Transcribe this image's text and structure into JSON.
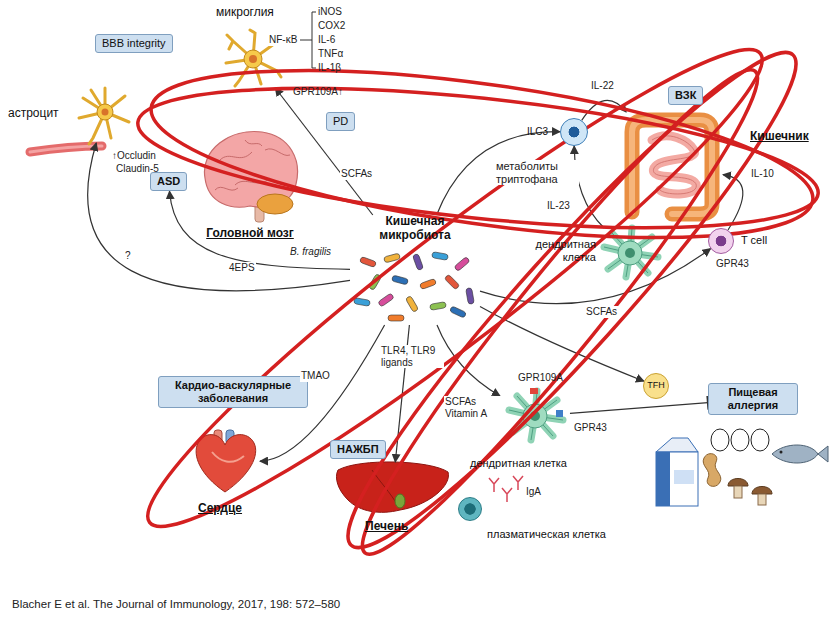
{
  "diagram": {
    "caption": "Blacher E et al. The Journal of Immunology, 2017, 198: 572–580",
    "nodes": [
      {
        "text": [
          "Кишечная микробиота"
        ]
      },
      {
        "text": [
          "Головной мозг"
        ]
      },
      {
        "text": [
          "микроглия"
        ]
      },
      {
        "text": [
          "астроцит"
        ]
      },
      {
        "text": [
          "BBB integrity"
        ]
      },
      {
        "text": [
          "PD"
        ]
      },
      {
        "text": [
          "ASD"
        ]
      },
      {
        "text": [
          "Кишечник"
        ]
      },
      {
        "text": [
          "ВЗК"
        ]
      },
      {
        "text": [
          "ILC3"
        ]
      },
      {
        "text": [
          "дендритная клетка"
        ]
      },
      {
        "text": [
          "T cell"
        ]
      },
      {
        "text": [
          "Кардио-васкулярные заболевания"
        ]
      },
      {
        "text": [
          "Сердце"
        ]
      },
      {
        "text": [
          "НАЖБП"
        ]
      },
      {
        "text": [
          "Печень"
        ]
      },
      {
        "text": [
          "TFH"
        ]
      },
      {
        "text": [
          "дендритная клетка"
        ]
      },
      {
        "text": [
          "плазматическая клетка"
        ]
      },
      {
        "text": [
          "Пищевая аллергия"
        ]
      }
    ],
    "edges": [
      {
        "from": 0,
        "to": 2,
        "label": "SCFAs",
        "arrow": "to"
      },
      {
        "from": 0,
        "to": 3,
        "label": "?",
        "arrow": "to"
      },
      {
        "from": 0,
        "to": 6,
        "label": "4EPS",
        "arrow": "to"
      },
      {
        "from": 0,
        "to": 9,
        "label": "метаболиты триптофана",
        "arrow": "to"
      },
      {
        "from": 9,
        "to": 7,
        "label": "IL-22",
        "arrow": "to"
      },
      {
        "from": 10,
        "to": 9,
        "label": "IL-23",
        "arrow": "to"
      },
      {
        "from": 11,
        "to": 7,
        "label": "IL-10",
        "arrow": "to"
      },
      {
        "from": 0,
        "to": 11,
        "label": "SCFAs",
        "arrow": "to"
      },
      {
        "from": 0,
        "to": 13,
        "label": "TMAO",
        "arrow": "to"
      },
      {
        "from": 0,
        "to": 15,
        "label": "TLR4, TLR9 ligands",
        "arrow": "to"
      },
      {
        "from": 0,
        "to": 16,
        "arrow": "to"
      },
      {
        "from": 0,
        "to": 17,
        "label": "SCFAs Vitamin A",
        "arrow": "to"
      },
      {
        "from": 17,
        "to": 19,
        "arrow": "to"
      }
    ],
    "labels": [
      "NF-κB",
      "iNOS",
      "COX2",
      "IL-6",
      "TNFα",
      "IL-1β",
      "GPR109A↑",
      "↑Occludin",
      "Claudin-5",
      "B. fragilis",
      "GPR43",
      "GPR109A",
      "GPR43",
      "IgA"
    ]
  }
}
